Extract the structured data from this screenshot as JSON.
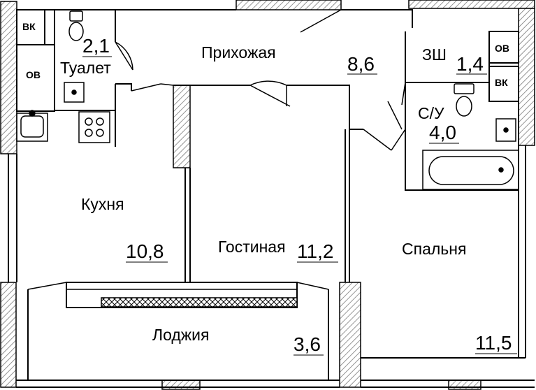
{
  "rooms": {
    "toilet": {
      "name": "Туалет",
      "area": "2,1"
    },
    "hallway": {
      "name": "Прихожая",
      "area": "8,6"
    },
    "closet": {
      "name": "ЗШ",
      "area": "1,4"
    },
    "bathroom": {
      "name": "С/У",
      "area": "4,0"
    },
    "kitchen": {
      "name": "Кухня",
      "area": "10,8"
    },
    "living": {
      "name": "Гостиная",
      "area": "11,2"
    },
    "bedroom": {
      "name": "Спальня",
      "area": "11,5"
    },
    "loggia": {
      "name": "Лоджия",
      "area": "3,6"
    }
  },
  "shafts": {
    "vk_top_left": "ВК",
    "ov_left": "ОВ",
    "ov_right": "ОВ",
    "vk_right": "ВК"
  },
  "colors": {
    "wall": "#000000",
    "hatch": "#7a7a7a",
    "background": "#ffffff"
  }
}
